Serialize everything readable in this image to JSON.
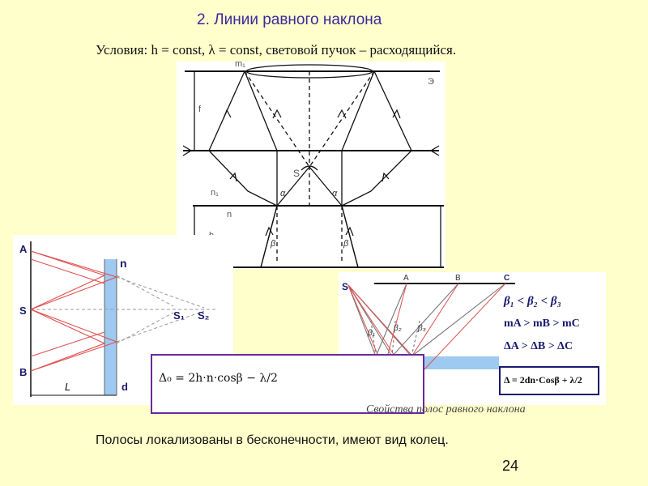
{
  "slide": {
    "title": "2. Линии равного наклона",
    "conditions": "Условия: h = const, λ = const, световой пучок – расходящийся.",
    "conclusion": "Полосы локализованы в бесконечности, имеют вид колец.",
    "page_number": "24",
    "caption": "Свойства полос равного наклона"
  },
  "top_diagram": {
    "labels": {
      "m": "m₁",
      "screen": "Э",
      "f": "f",
      "source": "S",
      "n1": "n₁",
      "n": "n",
      "h": "h",
      "alpha": "α",
      "beta": "β"
    }
  },
  "left_diagram": {
    "labels": {
      "a": "A",
      "s": "S",
      "b": "B",
      "n": "n",
      "s1": "S₁",
      "s2": "S₂",
      "l": "L",
      "d": "d"
    }
  },
  "right_diagram": {
    "labels": {
      "s": "S",
      "a": "A",
      "b": "B",
      "c": "C",
      "b1": "β₁",
      "b2": "β₂",
      "b3": "β₃"
    },
    "relations": {
      "beta": "β₁ < β₂ < β₃",
      "m": "mA > mB > mC",
      "delta": "ΔA > ΔB > ΔC"
    },
    "formula": "Δ = 2dn·Cosβ + λ/2"
  },
  "formula_box": {
    "formula": "Δ₀ = 2h·n·cosβ − λ/2"
  },
  "colors": {
    "title": "#3a2a9a",
    "box_border": "#6a2a9a",
    "film": "#9ec9f0",
    "red_rays": "#e05050"
  }
}
